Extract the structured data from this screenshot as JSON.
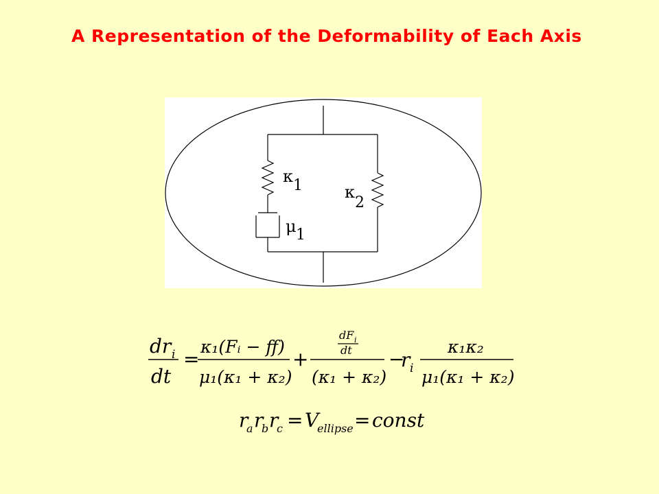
{
  "title": "A Representation of the Deformability of Each Axis",
  "diagram": {
    "labels": {
      "kappa1_base": "κ",
      "kappa1_sub": "1",
      "kappa2_base": "κ",
      "kappa2_sub": "2",
      "mu1_base": "μ",
      "mu1_sub": "1"
    }
  },
  "equation1": {
    "lhs_num": "dr",
    "lhs_num_sub": "i",
    "lhs_den": "dt",
    "eq": "=",
    "t1_num": "κ₁(Fᵢ − ff)",
    "t1_den": "μ₁(κ₁ + κ₂)",
    "plus": "+",
    "t2_num_top": "dF",
    "t2_num_top_sub": "i",
    "t2_num_bot": "dt",
    "t2_den": "(κ₁ + κ₂)",
    "minus": "−",
    "r": "r",
    "r_sub": "i",
    "t3_num": "κ₁κ₂",
    "t3_den": "μ₁(κ₁ + κ₂)"
  },
  "equation2": {
    "ra": "r",
    "ra_sub": "a",
    "rb": "r",
    "rb_sub": "b",
    "rc": "r",
    "rc_sub": "c",
    "eq1": "=",
    "V": "V",
    "V_sub": "ellipse",
    "eq2": "=",
    "const": "const"
  }
}
